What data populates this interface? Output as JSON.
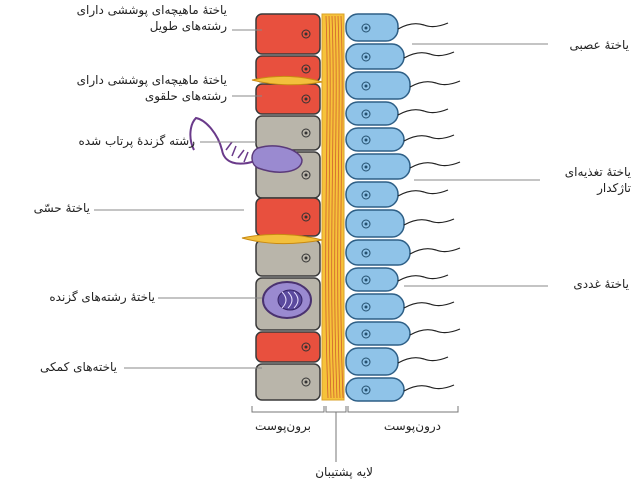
{
  "labels": {
    "left_1_line1": "یاختهٔ ماهیچه‌ای پوششی دارای",
    "left_1_line2": "رشته‌های طویل",
    "left_2_line1": "یاختهٔ ماهیچه‌ای پوششی دارای",
    "left_2_line2": "رشته‌های حلقوی",
    "left_3": "رشته گزندهٔ پرتاب شده",
    "left_4": "یاختهٔ حسّی",
    "left_5": "یاختهٔ رشته‌های گزنده",
    "left_6": "یاخته‌های کمکی",
    "right_1": "یاختهٔ عصبی",
    "right_2_line1": "یاختهٔ تغذیه‌ای",
    "right_2_line2": "تاژکدار",
    "right_3": "یاختهٔ غددی",
    "bottom_ectoderm": "برون‌پوست",
    "bottom_endoderm": "درون‌پوست",
    "bottom_mesoglea": "لایه پشتیبان"
  },
  "colors": {
    "ectoderm_red": "#e8503e",
    "ectoderm_gray": "#b9b5aa",
    "endoderm_blue": "#8fc3e8",
    "mesoglea_yellow": "#f6c23a",
    "stinging_cell": "#9a8ad0"
  },
  "icons": [
    "flagellum-icon",
    "cnidocyte-icon",
    "nucleus-icon"
  ]
}
